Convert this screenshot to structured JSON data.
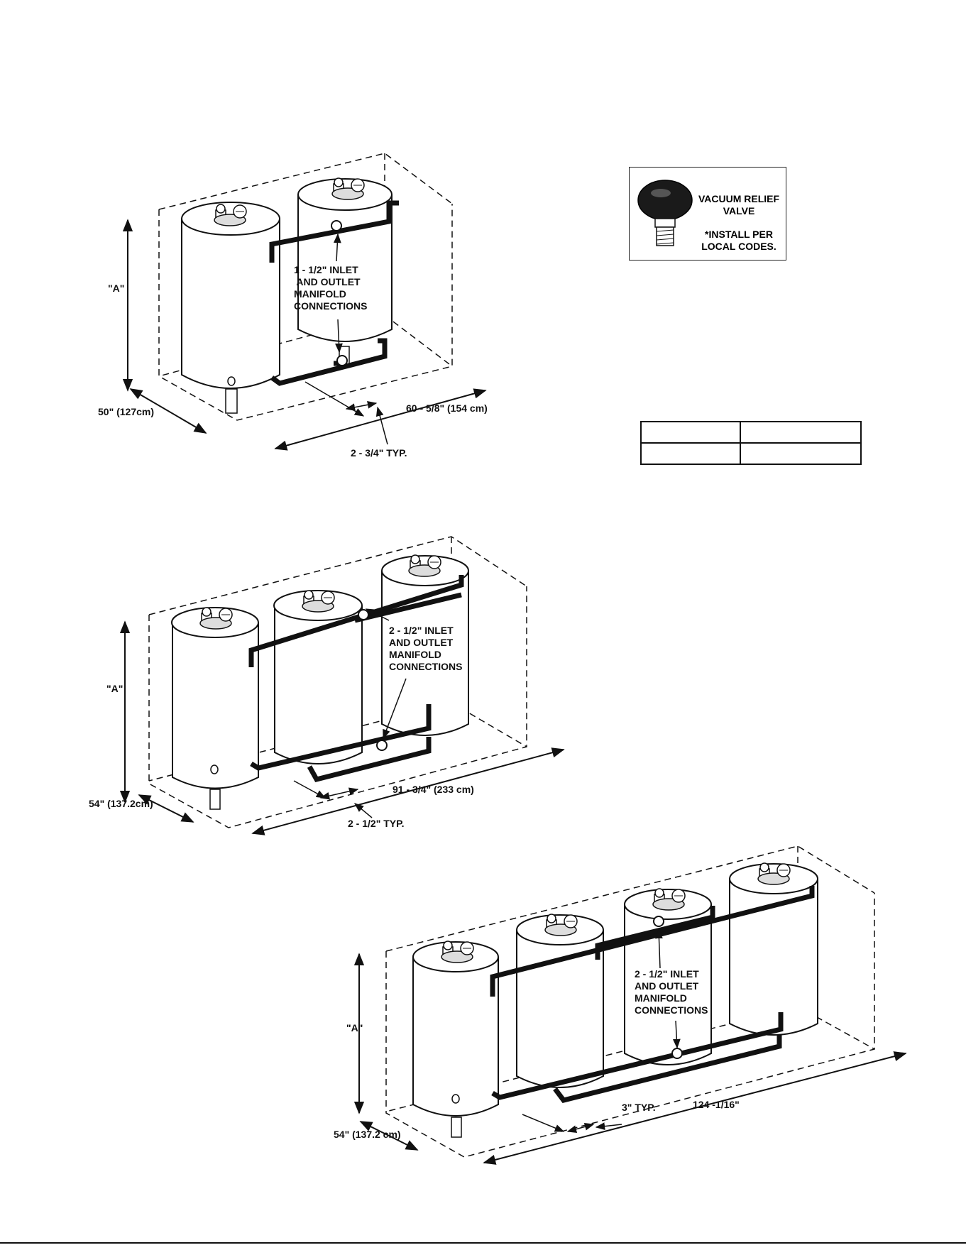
{
  "vacuum_relief": {
    "title": "VACUUM RELIEF\nVALVE",
    "note": "*INSTALL PER\nLOCAL CODES."
  },
  "spec_table": {
    "rows": [
      [
        "",
        ""
      ],
      [
        "",
        ""
      ]
    ]
  },
  "diagram_two_tank": {
    "height_label": "\"A\"",
    "depth_label": "50\" (127cm)",
    "width_label": "60 - 5/8\" (154 cm)",
    "spacing_label": "2 - 3/4\" TYP.",
    "manifold_label": "1 - 1/2\" INLET\n AND OUTLET\nMANIFOLD\nCONNECTIONS"
  },
  "diagram_three_tank": {
    "height_label": "\"A\"",
    "depth_label": "54\" (137.2cm)",
    "width_label": "91 - 3/4\" (233 cm)",
    "spacing_label": "2 - 1/2\" TYP.",
    "manifold_label": "2 - 1/2\" INLET\nAND OUTLET\nMANIFOLD\nCONNECTIONS"
  },
  "diagram_four_tank": {
    "height_label": "\"A\"",
    "depth_label": "54\" (137.2 cm)",
    "width_label": "124 -1/16\"",
    "spacing_label": "3\" TYP.",
    "manifold_label": "2 - 1/2\" INLET\nAND OUTLET\nMANIFOLD\nCONNECTIONS"
  }
}
